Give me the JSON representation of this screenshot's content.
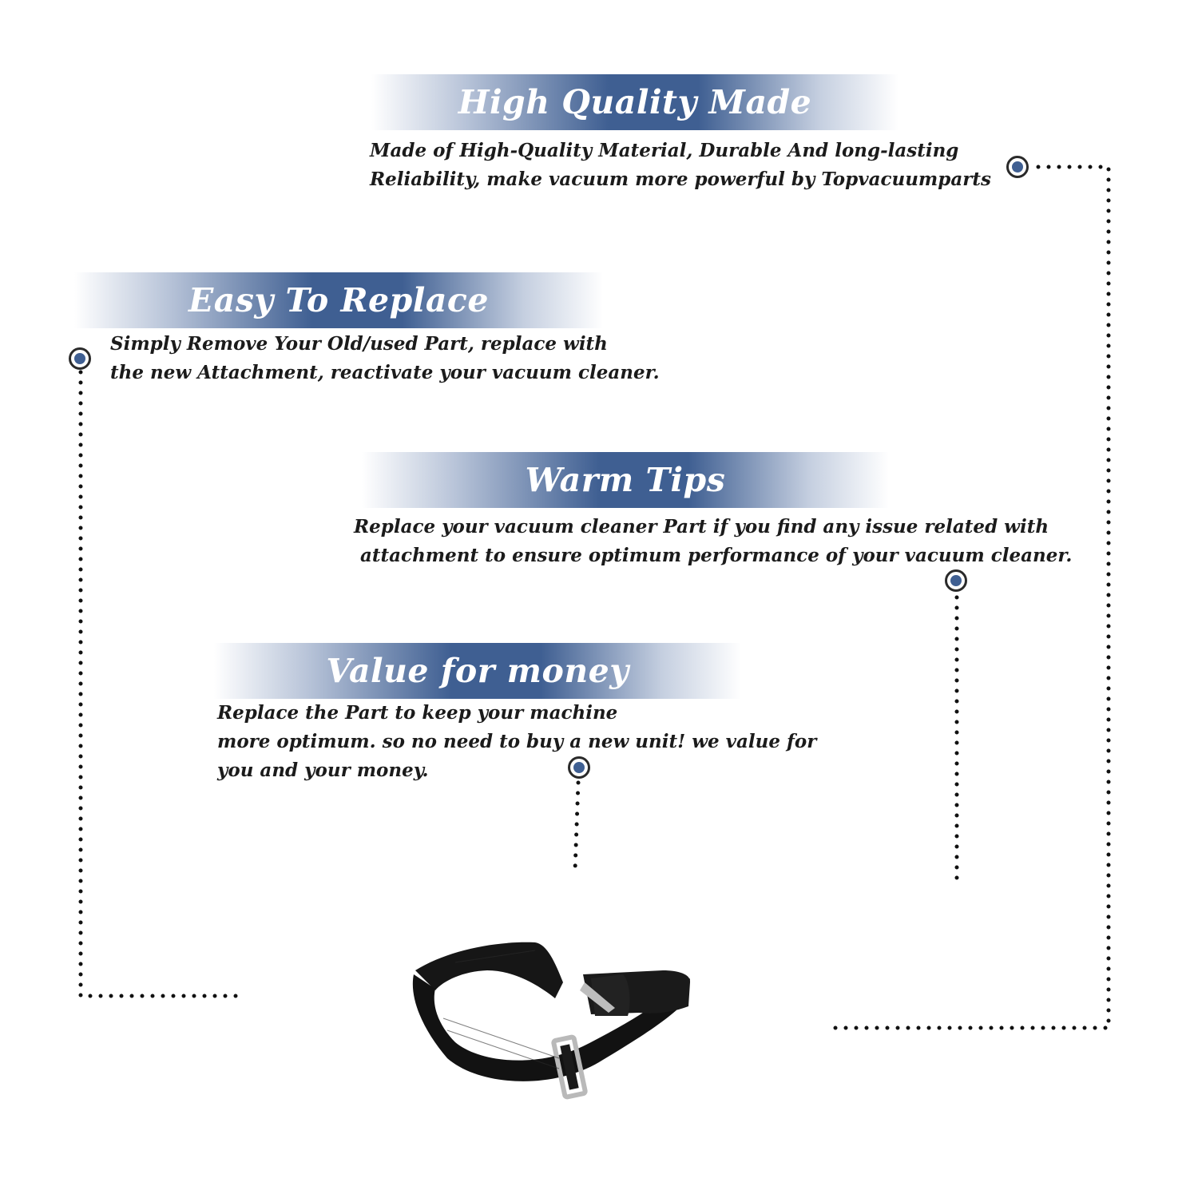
{
  "features": [
    {
      "title": "High Quality Made",
      "lines": [
        "Made of  High-Quality Material, Durable And long-lasting",
        "Reliability, make vacuum more powerful by Topvacuumparts"
      ]
    },
    {
      "title": "Easy To Replace",
      "lines": [
        "Simply Remove Your Old/used Part, replace with",
        "the new Attachment, reactivate your vacuum cleaner."
      ]
    },
    {
      "title": "Warm Tips",
      "lines": [
        "Replace your vacuum cleaner Part if you find any issue related with",
        " attachment to ensure optimum performance of your vacuum cleaner."
      ]
    },
    {
      "title": "Value for money",
      "lines": [
        "Replace the Part to keep your machine",
        "more optimum. so no need to buy a new unit! we value for",
        "you and your money."
      ]
    }
  ],
  "colors": {
    "banner_accent": "#3f5f92",
    "marker_fill": "#3f5f92",
    "text": "#1b1b1b",
    "belt": "#141414",
    "buckle": "#b9b9b9"
  },
  "product_image": "vacuum-cleaner-strap-belt"
}
